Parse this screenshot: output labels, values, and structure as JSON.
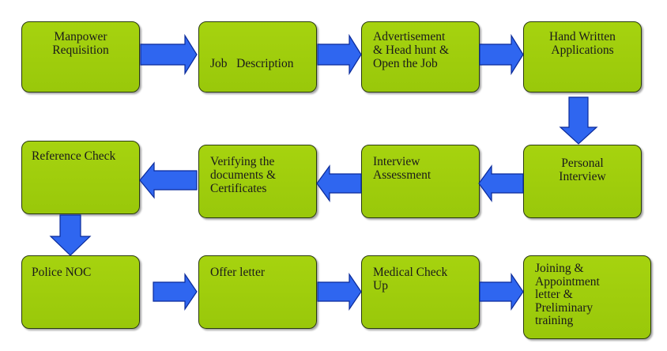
{
  "diagram": {
    "steps": [
      {
        "id": "manpower-requisition",
        "lines": [
          "Manpower",
          "Requisition"
        ]
      },
      {
        "id": "job-description",
        "lines": [
          "Job   Description"
        ]
      },
      {
        "id": "advertisement",
        "lines": [
          "Advertisement",
          "& Head hunt &",
          "Open the Job"
        ]
      },
      {
        "id": "hand-written-applications",
        "lines": [
          "Hand Written",
          "Applications"
        ]
      },
      {
        "id": "personal-interview",
        "lines": [
          "Personal",
          "Interview"
        ]
      },
      {
        "id": "interview-assessment",
        "lines": [
          "Interview",
          "Assessment"
        ]
      },
      {
        "id": "verifying-documents",
        "lines": [
          "Verifying the",
          "documents &",
          "Certificates"
        ]
      },
      {
        "id": "reference-check",
        "lines": [
          "Reference Check"
        ]
      },
      {
        "id": "police-noc",
        "lines": [
          "Police NOC"
        ]
      },
      {
        "id": "offer-letter",
        "lines": [
          "Offer letter"
        ]
      },
      {
        "id": "medical-check-up",
        "lines": [
          "Medical Check",
          "Up"
        ]
      },
      {
        "id": "joining-appointment",
        "lines": [
          "Joining &",
          "Appointment",
          "letter &",
          "Preliminary",
          "training"
        ]
      }
    ],
    "colors": {
      "box_fill": "#9ccc0c",
      "box_border": "#2a3a10",
      "arrow_fill": "#2f66f0",
      "arrow_border": "#0a2a9a"
    }
  }
}
